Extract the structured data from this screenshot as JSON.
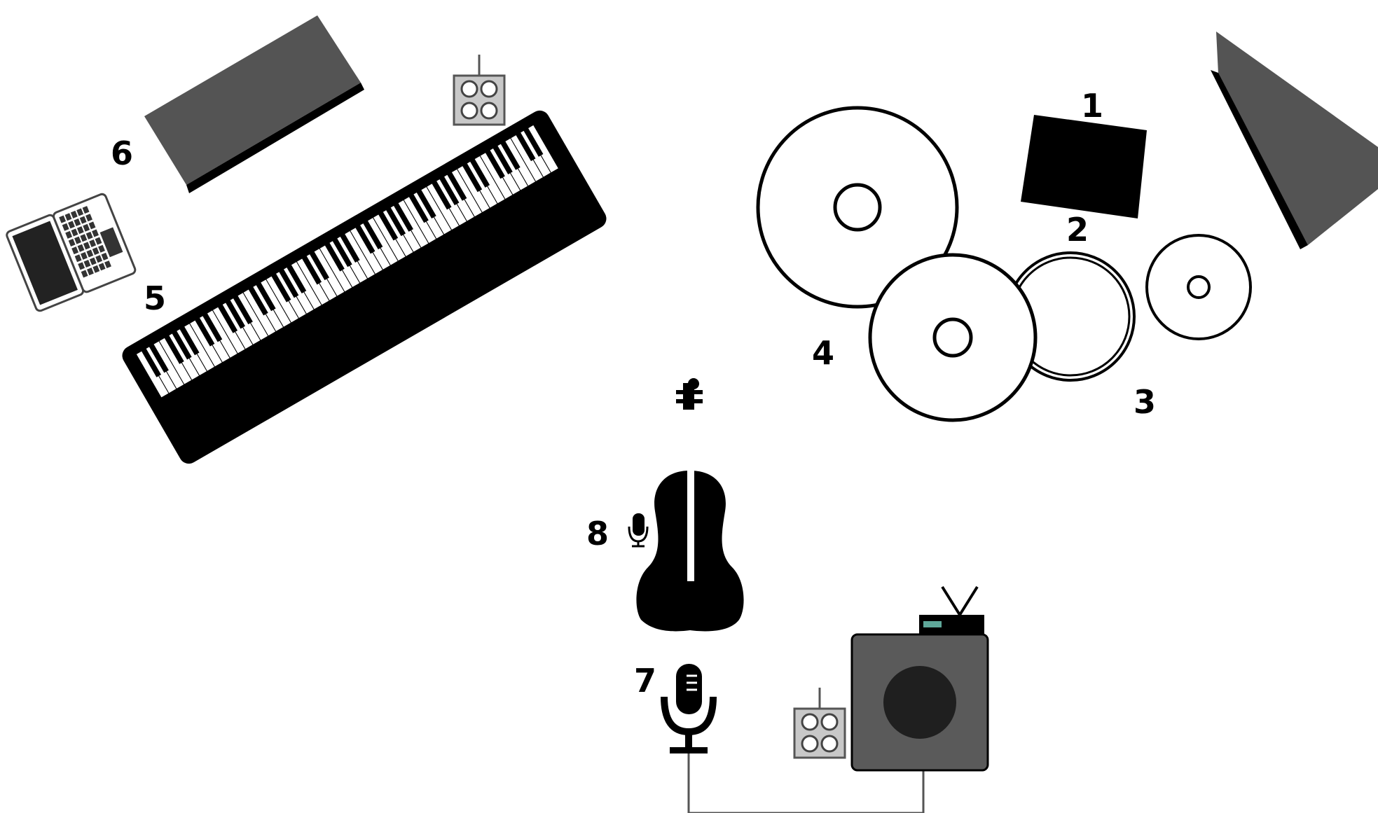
{
  "labels": {
    "n1": "1",
    "n2": "2",
    "n3": "3",
    "n4": "4",
    "n5": "5",
    "n6": "6",
    "n7": "7",
    "n8": "8"
  },
  "colors": {
    "ink": "#000000",
    "monitor_gray": "#545454",
    "amp_body": "#5a5a5a",
    "amp_speaker": "#1f1f1f",
    "di_box": "#c8c8c8",
    "led_teal": "#5fa89a",
    "cable": "#555555"
  },
  "icons": [
    "keyboard-icon",
    "laptop-icon",
    "stage-monitor-icon",
    "di-box-icon",
    "cymbal-icon",
    "drum-icon",
    "cello-icon",
    "microphone-icon",
    "amplifier-icon"
  ]
}
